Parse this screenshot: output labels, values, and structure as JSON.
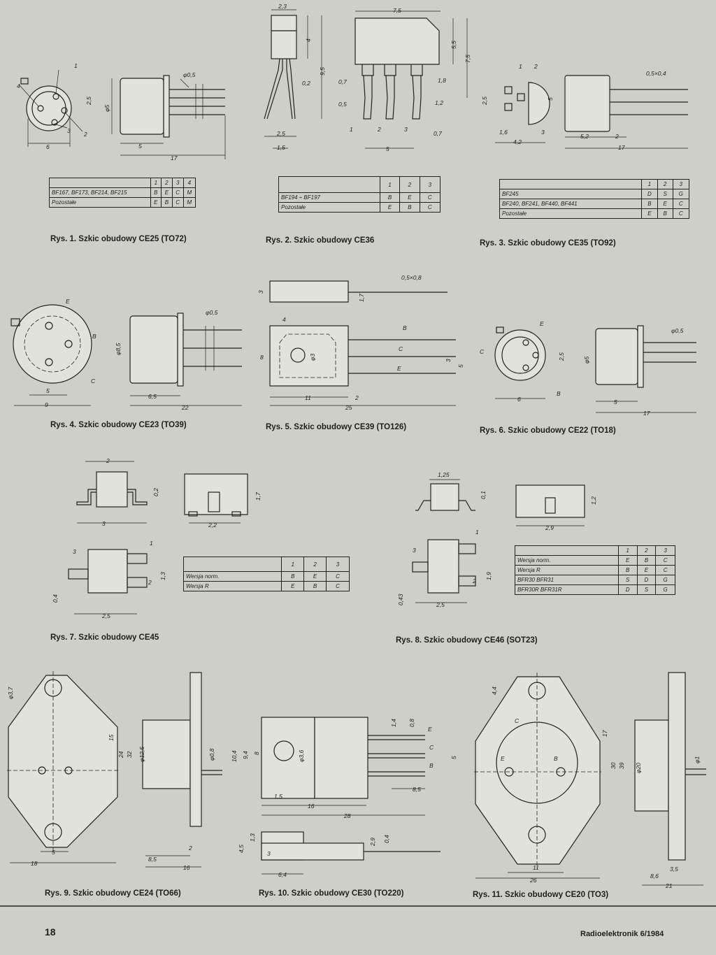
{
  "figures": [
    {
      "id": "fig1",
      "caption": "Rys. 1. Szkic obudowy CE25 (TO72)"
    },
    {
      "id": "fig2",
      "caption": "Rys. 2. Szkic obudowy CE36"
    },
    {
      "id": "fig3",
      "caption": "Rys. 3. Szkic obudowy CE35 (TO92)"
    },
    {
      "id": "fig4",
      "caption": "Rys. 4. Szkic obudowy CE23 (TO39)"
    },
    {
      "id": "fig5",
      "caption": "Rys. 5. Szkic obudowy CE39 (TO126)"
    },
    {
      "id": "fig6",
      "caption": "Rys. 6. Szkic obudowy CE22 (TO18)"
    },
    {
      "id": "fig7",
      "caption": "Rys. 7. Szkic obudowy CE45"
    },
    {
      "id": "fig8",
      "caption": "Rys. 8. Szkic obudowy CE46 (SOT23)"
    },
    {
      "id": "fig9",
      "caption": "Rys. 9. Szkic obudowy CE24 (TO66)"
    },
    {
      "id": "fig10",
      "caption": "Rys. 10. Szkic obudowy CE30 (TO220)"
    },
    {
      "id": "fig11",
      "caption": "Rys. 11. Szkic obudowy CE20 (TO3)"
    }
  ],
  "tables": {
    "t1": {
      "headers": [
        "1",
        "2",
        "3",
        "4"
      ],
      "rows": [
        {
          "label": "BF167, BF173, BF214, BF215",
          "cells": [
            "B",
            "E",
            "C",
            "M"
          ]
        },
        {
          "label": "Pozostałe",
          "cells": [
            "E",
            "B",
            "C",
            "M"
          ]
        }
      ]
    },
    "t2": {
      "headers": [
        "1",
        "2",
        "3"
      ],
      "rows": [
        {
          "label": "BF194 ÷ BF197",
          "cells": [
            "B",
            "E",
            "C"
          ]
        },
        {
          "label": "Pozostałe",
          "cells": [
            "E",
            "B",
            "C"
          ]
        }
      ]
    },
    "t3": {
      "headers": [
        "1",
        "2",
        "3"
      ],
      "rows": [
        {
          "label": "BF245",
          "cells": [
            "D",
            "S",
            "G"
          ]
        },
        {
          "label": "BF240, BF241, BF440, BF441",
          "cells": [
            "B",
            "E",
            "C"
          ]
        },
        {
          "label": "Pozostałe",
          "cells": [
            "E",
            "B",
            "C"
          ]
        }
      ]
    },
    "t7": {
      "headers": [
        "1",
        "2",
        "3"
      ],
      "rows": [
        {
          "label": "Wersja norm.",
          "cells": [
            "B",
            "E",
            "C"
          ]
        },
        {
          "label": "Wersja R",
          "cells": [
            "E",
            "B",
            "C"
          ]
        }
      ]
    },
    "t8": {
      "headers": [
        "1",
        "2",
        "3"
      ],
      "rows": [
        {
          "label": "Wersja norm.",
          "cells": [
            "E",
            "B",
            "C"
          ]
        },
        {
          "label": "Wersja R",
          "cells": [
            "B",
            "E",
            "C"
          ]
        },
        {
          "label": "BFR30 BFR31",
          "cells": [
            "S",
            "D",
            "G"
          ]
        },
        {
          "label": "BFR30R BFR31R",
          "cells": [
            "D",
            "S",
            "G"
          ]
        }
      ]
    }
  },
  "dims": {
    "f1": {
      "d1": "6",
      "d2": "5",
      "d3": "17",
      "d4": "φ5",
      "d5": "2,5",
      "d6": "φ0,5",
      "p1": "1",
      "p2": "2",
      "p3": "3",
      "p4": "4"
    },
    "f2": {
      "d1": "2,3",
      "d2": "7,5",
      "d3": "4",
      "d4": "9,5",
      "d5": "5,5",
      "d6": "7,5",
      "d7": "0,2",
      "d8": "0,7",
      "d9": "0,5",
      "d10": "1,8",
      "d11": "1,2",
      "d12": "2,5",
      "d13": "1,5",
      "d14": "0,7",
      "d15": "5",
      "p1": "1",
      "p2": "2",
      "p3": "3"
    },
    "f3": {
      "d1": "0,5×0,4",
      "d2": "2,5",
      "d3": "5",
      "d4": "1,6",
      "d5": "4,2",
      "d6": "5,2",
      "d7": "2",
      "d8": "17",
      "p1": "1",
      "p2": "2",
      "p3": "3"
    },
    "f4": {
      "d1": "φ0,5",
      "d2": "φ8,5",
      "d3": "5",
      "d4": "9",
      "d5": "6,5",
      "d6": "22",
      "pE": "E",
      "pB": "B",
      "pC": "C"
    },
    "f5": {
      "d1": "0,5×0,8",
      "d2": "3",
      "d3": "1,7",
      "d4": "4",
      "d5": "8",
      "d6": "φ3",
      "d7": "3",
      "d8": "5",
      "d9": "11",
      "d10": "2",
      "d11": "25",
      "pB": "B",
      "pC": "C",
      "pE": "E"
    },
    "f6": {
      "d1": "φ0,5",
      "d2": "2,5",
      "d3": "φ5",
      "d4": "6",
      "d5": "5",
      "d6": "17",
      "pE": "E",
      "pC": "C",
      "pB": "B"
    },
    "f7": {
      "d1": "2",
      "d2": "0,2",
      "d3": "3",
      "d4": "1,7",
      "d5": "2,2",
      "d6": "1",
      "d7": "3",
      "d8": "2",
      "d9": "1,3",
      "d10": "0,4",
      "d11": "2,5"
    },
    "f8": {
      "d1": "1,25",
      "d2": "0,1",
      "d3": "1,2",
      "d4": "2,9",
      "d5": "1",
      "d6": "3",
      "d7": "2",
      "d8": "1,9",
      "d9": "0,43",
      "d10": "2,5"
    },
    "f9": {
      "d1": "φ3,7",
      "d2": "15",
      "d3": "24",
      "d4": "32",
      "d5": "φ12,5",
      "d6": "φ0,8",
      "d7": "5",
      "d8": "18",
      "d9": "2",
      "d10": "8,5",
      "d11": "16"
    },
    "f10": {
      "d1": "1,4",
      "d2": "0,8",
      "d3": "10,4",
      "d4": "9,4",
      "d5": "8",
      "d6": "φ3,6",
      "d7": "5",
      "d8": "1,5",
      "d9": "8,5",
      "d10": "16",
      "d11": "28",
      "d12": "4,5",
      "d13": "1,3",
      "d14": "3",
      "d15": "2,9",
      "d16": "0,4",
      "d17": "6,4",
      "pE": "E",
      "pC": "C",
      "pB": "B"
    },
    "f11": {
      "d1": "4,4",
      "d2": "17",
      "d3": "30",
      "d4": "39",
      "d5": "φ20",
      "d6": "φ1",
      "d7": "11",
      "d8": "26",
      "d9": "3,5",
      "d10": "8,6",
      "d11": "21",
      "pC": "C",
      "pE": "E",
      "pB": "B"
    }
  },
  "footer": {
    "page_number": "18",
    "magazine": "Radioelektronik 6/1984"
  }
}
